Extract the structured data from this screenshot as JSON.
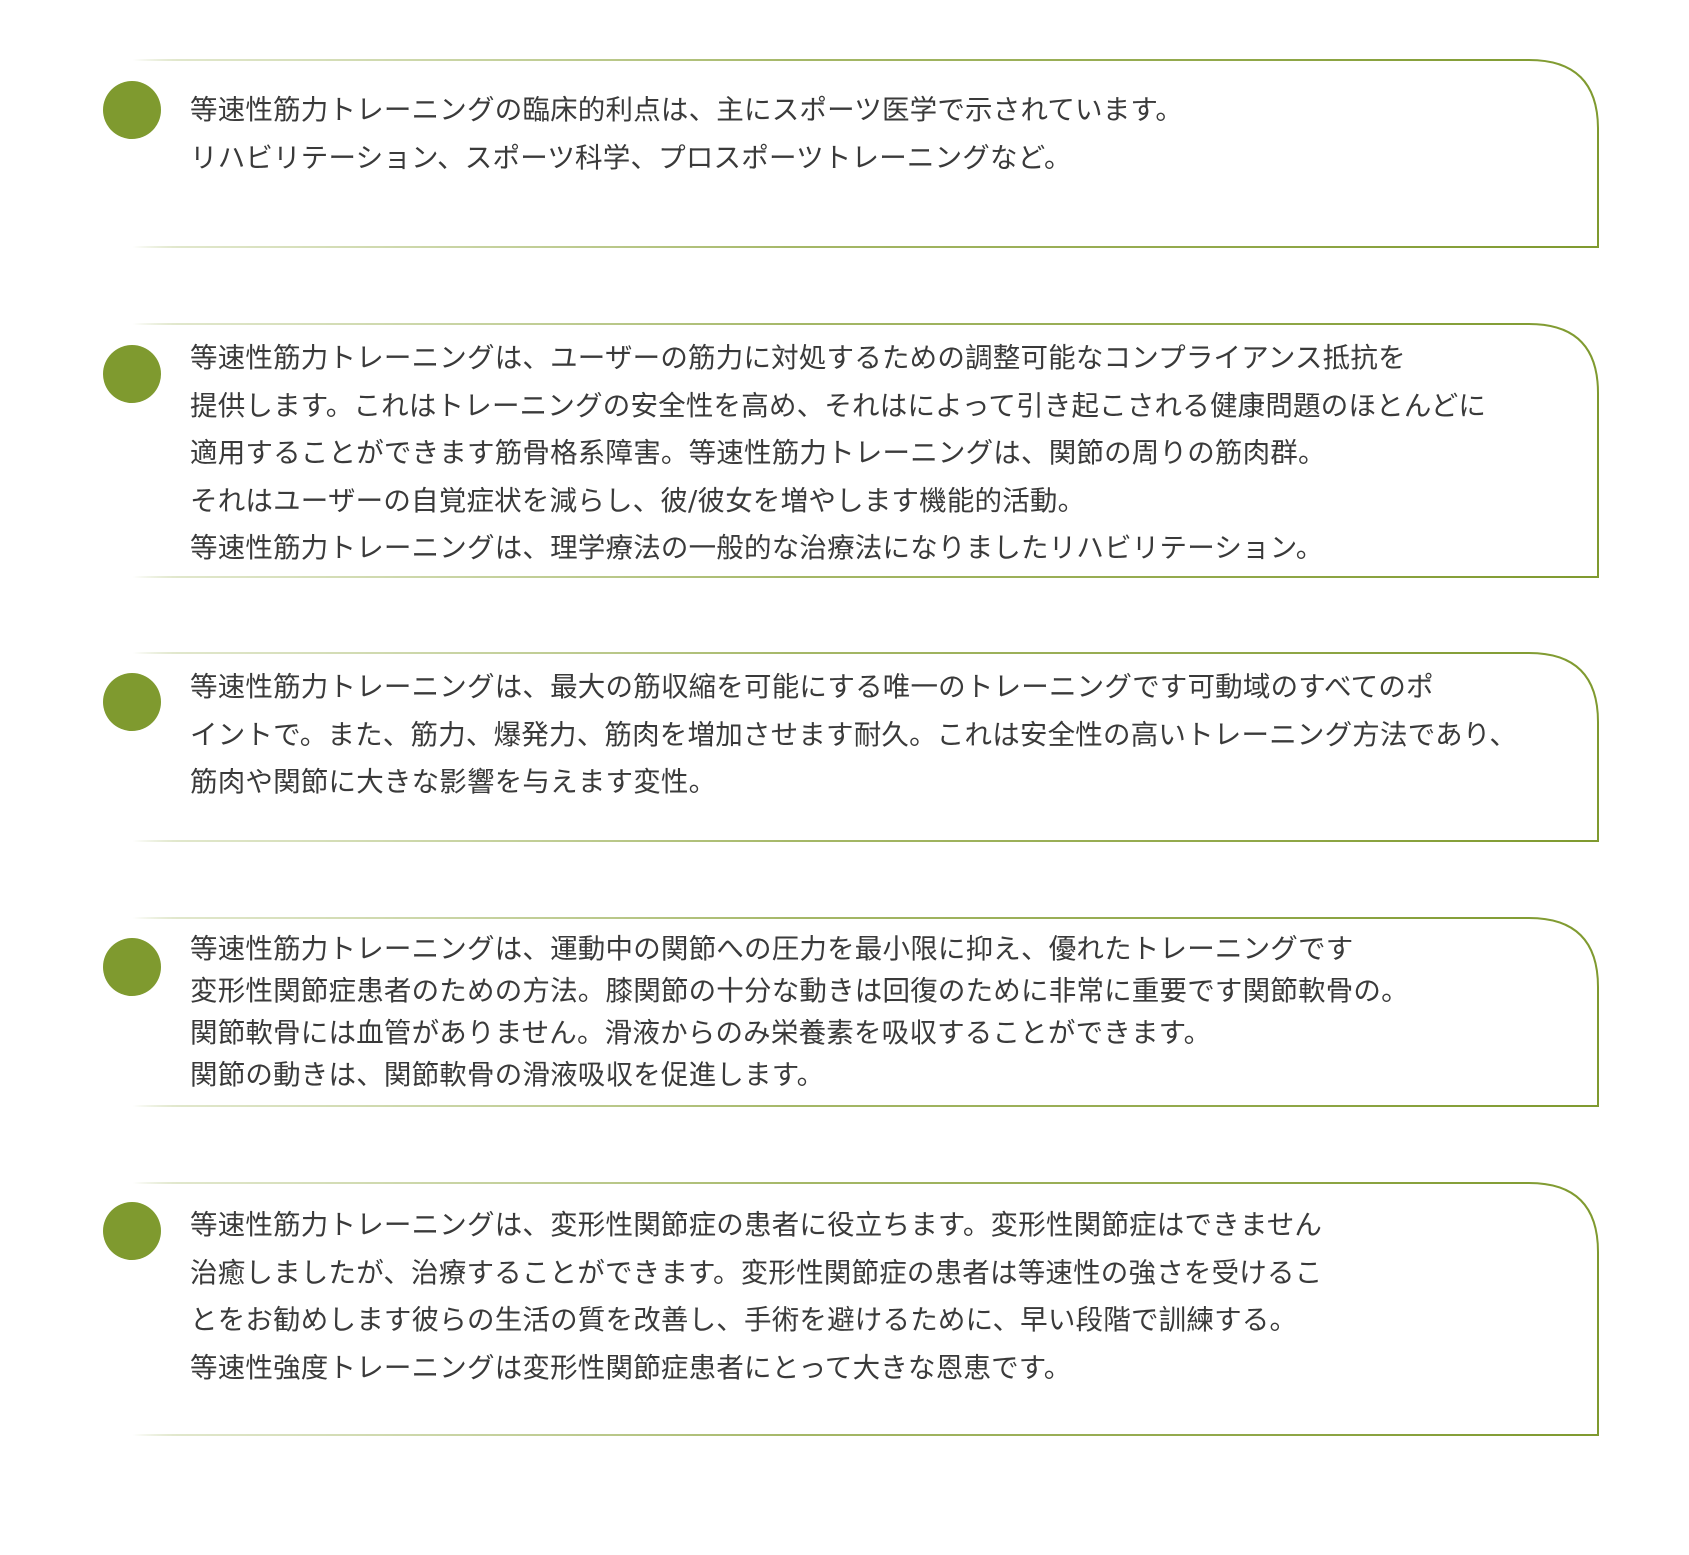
{
  "colors": {
    "accent": "#7f9a2f",
    "text": "#3a3a3a",
    "background": "#ffffff"
  },
  "cards": [
    {
      "lines": [
        "等速性筋力トレーニングの臨床的利点は、主にスポーツ医学で示されています。",
        "リハビリテーション、スポーツ科学、プロスポーツトレーニングなど。"
      ]
    },
    {
      "lines": [
        "等速性筋力トレーニングは、ユーザーの筋力に対処するための調整可能なコンプライアンス抵抗を",
        "提供します。これはトレーニングの安全性を高め、それはによって引き起こされる健康問題のほとんどに",
        "適用することができます筋骨格系障害。等速性筋力トレーニングは、関節の周りの筋肉群。",
        "それはユーザーの自覚症状を減らし、彼/彼女を増やします機能的活動。",
        "等速性筋力トレーニングは、理学療法の一般的な治療法になりましたリハビリテーション。"
      ]
    },
    {
      "lines": [
        "等速性筋力トレーニングは、最大の筋収縮を可能にする唯一のトレーニングです可動域のすべてのポ",
        "イントで。また、筋力、爆発力、筋肉を増加させます耐久。これは安全性の高いトレーニング方法であり、",
        "筋肉や関節に大きな影響を与えます変性。"
      ]
    },
    {
      "lines": [
        "等速性筋力トレーニングは、運動中の関節への圧力を最小限に抑え、優れたトレーニングです",
        "変形性関節症患者のための方法。膝関節の十分な動きは回復のために非常に重要です関節軟骨の。",
        "関節軟骨には血管がありません。滑液からのみ栄養素を吸収することができます。",
        "関節の動きは、関節軟骨の滑液吸収を促進します。"
      ]
    },
    {
      "lines": [
        "等速性筋力トレーニングは、変形性関節症の患者に役立ちます。変形性関節症はできません",
        "治癒しましたが、治療することができます。変形性関節症の患者は等速性の強さを受けるこ",
        "とをお勧めします彼らの生活の質を改善し、手術を避けるために、早い段階で訓練する。",
        "等速性強度トレーニングは変形性関節症患者にとって大きな恩恵です。"
      ]
    }
  ]
}
